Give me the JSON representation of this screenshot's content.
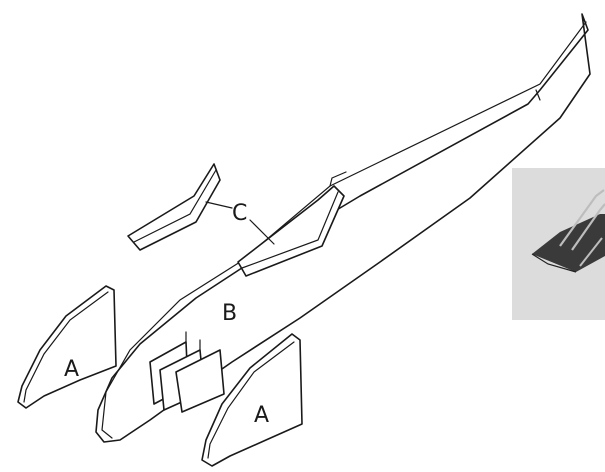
{
  "labels": {
    "fin_left": "A",
    "fin_right": "A",
    "fuselage": "B",
    "stabilizer": "C"
  },
  "photo": {
    "background_color": "#dcdcdc",
    "clip_color": "#3a3a3a",
    "wire_color": "#bdbdbd",
    "icon": "binder-clip-icon"
  }
}
